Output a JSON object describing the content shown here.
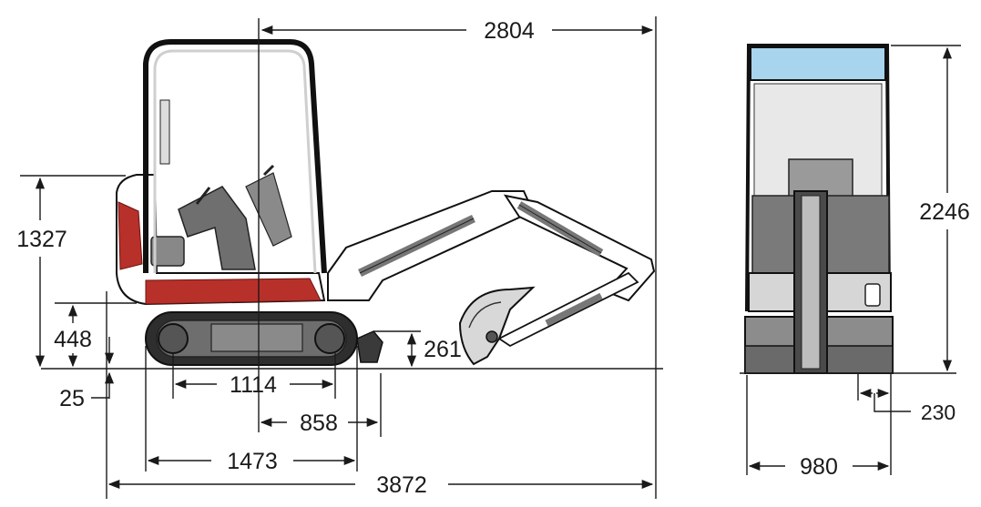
{
  "side_view": {
    "dimensions": {
      "overall_length": "3872",
      "reach_from_center": "2804",
      "tail_height": "1327",
      "ground_clearance_body": "448",
      "ground_clearance": "25",
      "blade_height": "261",
      "tumbler_distance": "1114",
      "blade_distance": "858",
      "track_length": "1473"
    }
  },
  "front_view": {
    "dimensions": {
      "overall_height": "2246",
      "overall_width": "980",
      "track_width": "230"
    }
  },
  "colors": {
    "body_red": "#b8302a",
    "cab_glass_blue": "#a8d4ee",
    "machine_grey": "#8c8c8c",
    "track_dark": "#2e2e2e"
  }
}
